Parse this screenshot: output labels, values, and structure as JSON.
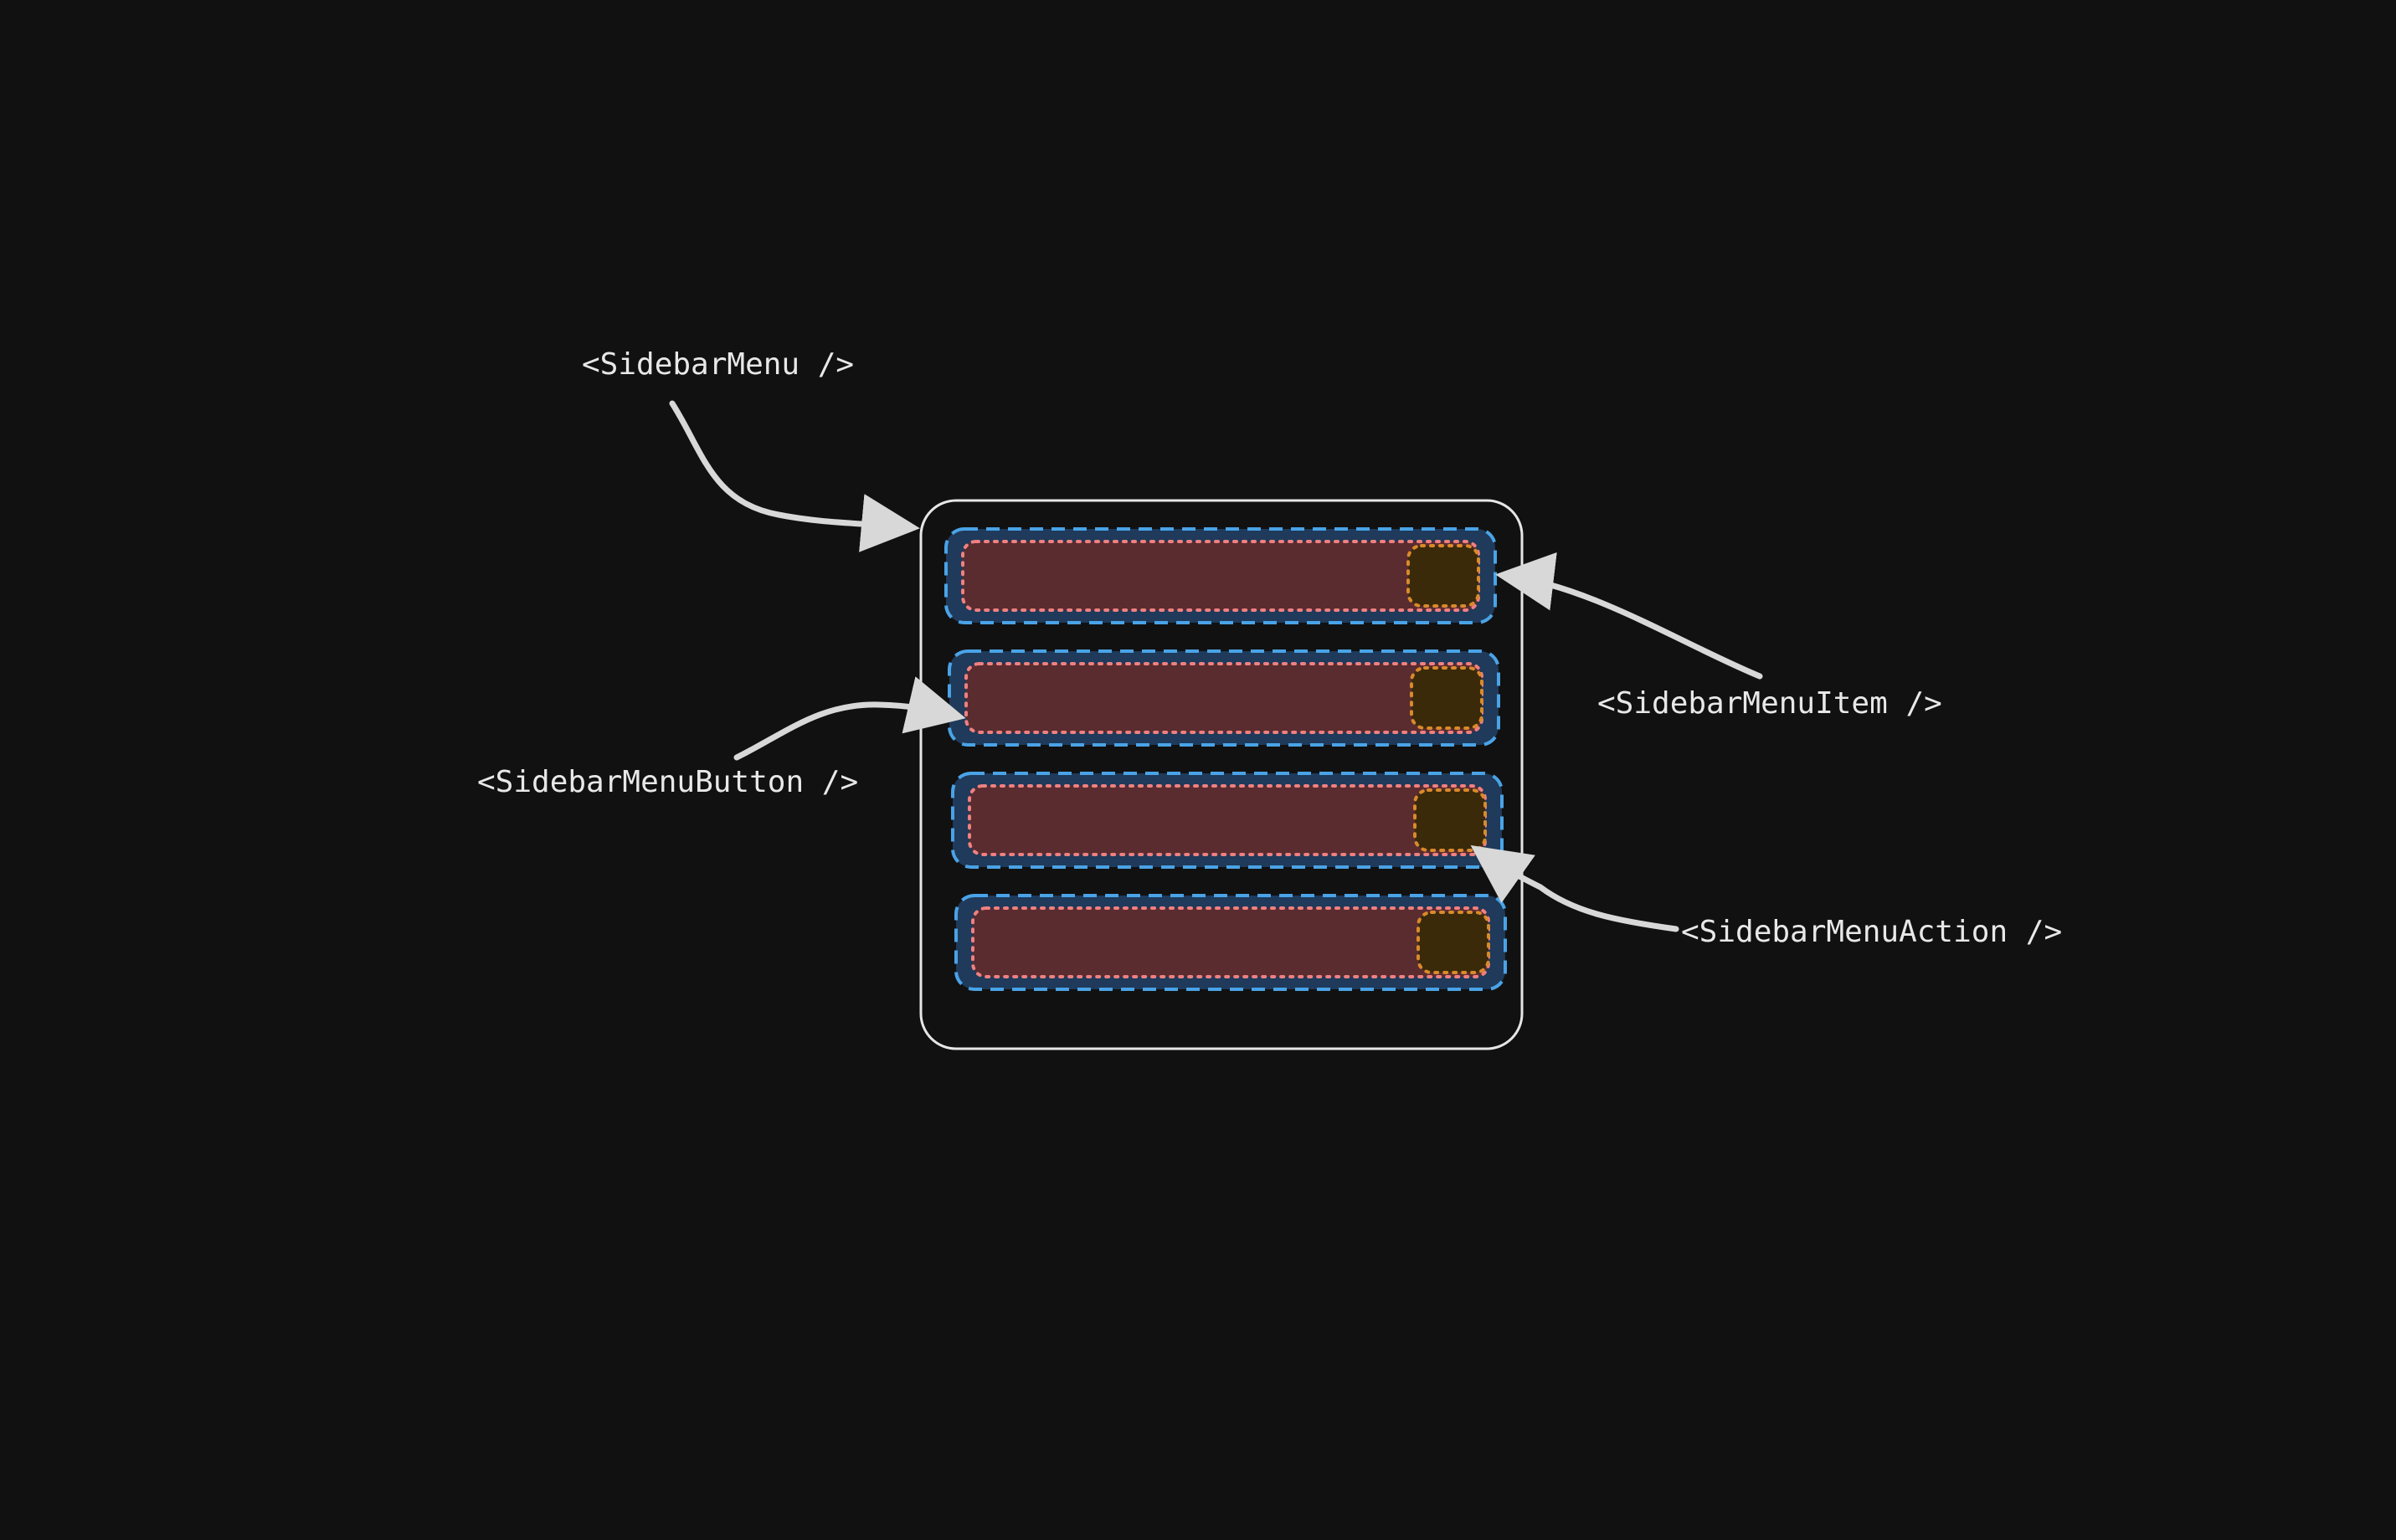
{
  "diagram": {
    "labels": {
      "sidebar_menu": "<SidebarMenu />",
      "sidebar_menu_item": "<SidebarMenuItem />",
      "sidebar_menu_button": "<SidebarMenuButton />",
      "sidebar_menu_action": "<SidebarMenuAction />"
    },
    "item_count": 4,
    "colors": {
      "background": "#111111",
      "menu_outline": "#e6e6e6",
      "item_fill": "#1f3a5a",
      "item_border": "#4aa3e6",
      "button_fill": "#5a2c30",
      "button_border": "#f08080",
      "action_fill": "#3a2a0a",
      "action_border": "#d98a2b",
      "arrow": "#d8d8d8",
      "text": "#e8e8e8"
    }
  }
}
